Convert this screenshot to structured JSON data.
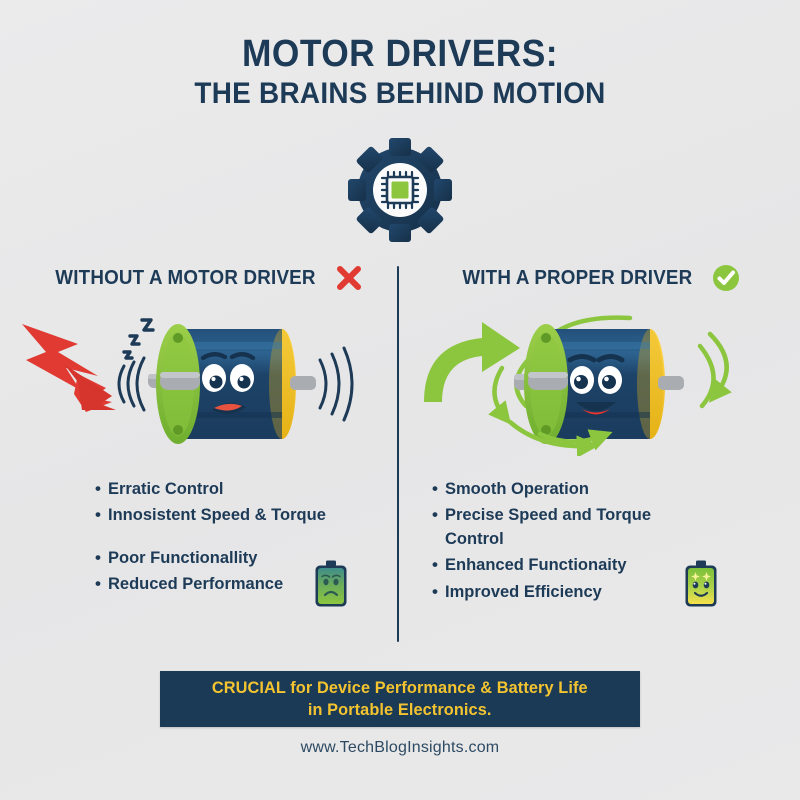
{
  "colors": {
    "background": "#e8e8e9",
    "navy": "#1d3a57",
    "navy_dark": "#1b3a55",
    "green": "#8cc63f",
    "green_dark": "#6aa832",
    "yellow": "#f4c430",
    "red": "#e03a32",
    "motor_body": "#1f4163",
    "motor_body_light": "#2b5880",
    "shaft_gray": "#a9acb0",
    "white": "#ffffff"
  },
  "header": {
    "title_line1": "MOTOR DRIVERS:",
    "title_line2": "THE BRAINS BEHIND MOTION",
    "icon": "gear-chip-icon"
  },
  "columns": {
    "left": {
      "heading": "WITHOUT A MOTOR DRIVER",
      "status_icon": "red-x-icon",
      "illustration": "sad-motor-illustration",
      "battery_icon": "sad-battery-icon",
      "bullets": [
        {
          "text": "Erratic Control",
          "gap_before": false
        },
        {
          "text": "Innosistent Speed & Torque",
          "gap_before": false
        },
        {
          "text": "Poor Functionallity",
          "gap_before": true
        },
        {
          "text": "Reduced Performance",
          "gap_before": false
        }
      ]
    },
    "right": {
      "heading": "WITH A PROPER DRIVER",
      "status_icon": "green-check-icon",
      "illustration": "happy-motor-illustration",
      "battery_icon": "happy-battery-icon",
      "bullets": [
        {
          "text": "Smooth Operation",
          "gap_before": false
        },
        {
          "text": "Precise Speed and Torque Control",
          "gap_before": false
        },
        {
          "text": "Enhanced Functionaity",
          "gap_before": false
        },
        {
          "text": "Improved Efficiency",
          "gap_before": false
        }
      ]
    }
  },
  "footer": {
    "banner_line1": "CRUCIAL for Device Performance & Battery Life",
    "banner_line2": "in Portable Electronics.",
    "url": "www.TechBlogInsights.com"
  }
}
